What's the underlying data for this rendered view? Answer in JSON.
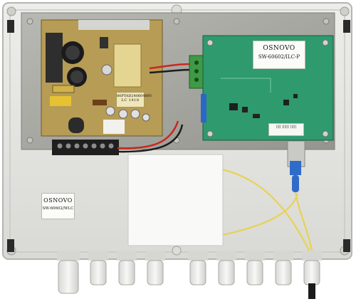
{
  "product": {
    "brand": "OSNOVO",
    "board_model": "SW-60602/ILC-P",
    "enclosure_model": "SW-60602/WLC"
  },
  "psu": {
    "print_line_1": "80PTAD24060486V",
    "print_line_2": "LC 1418"
  },
  "sticker_text": "|||| |||||| |||||",
  "colors": {
    "enclosure": "#e6e6e3",
    "pcb_green": "#2e9a6e",
    "psu_board": "#b79c55",
    "mounting_plate": "#a8a8a3",
    "fiber_yellow": "#e8d24a",
    "connector_blue": "#2f6cc9",
    "wire_red": "#c8281e",
    "terminal_green": "#3f9a45"
  },
  "cable_glands": 9
}
